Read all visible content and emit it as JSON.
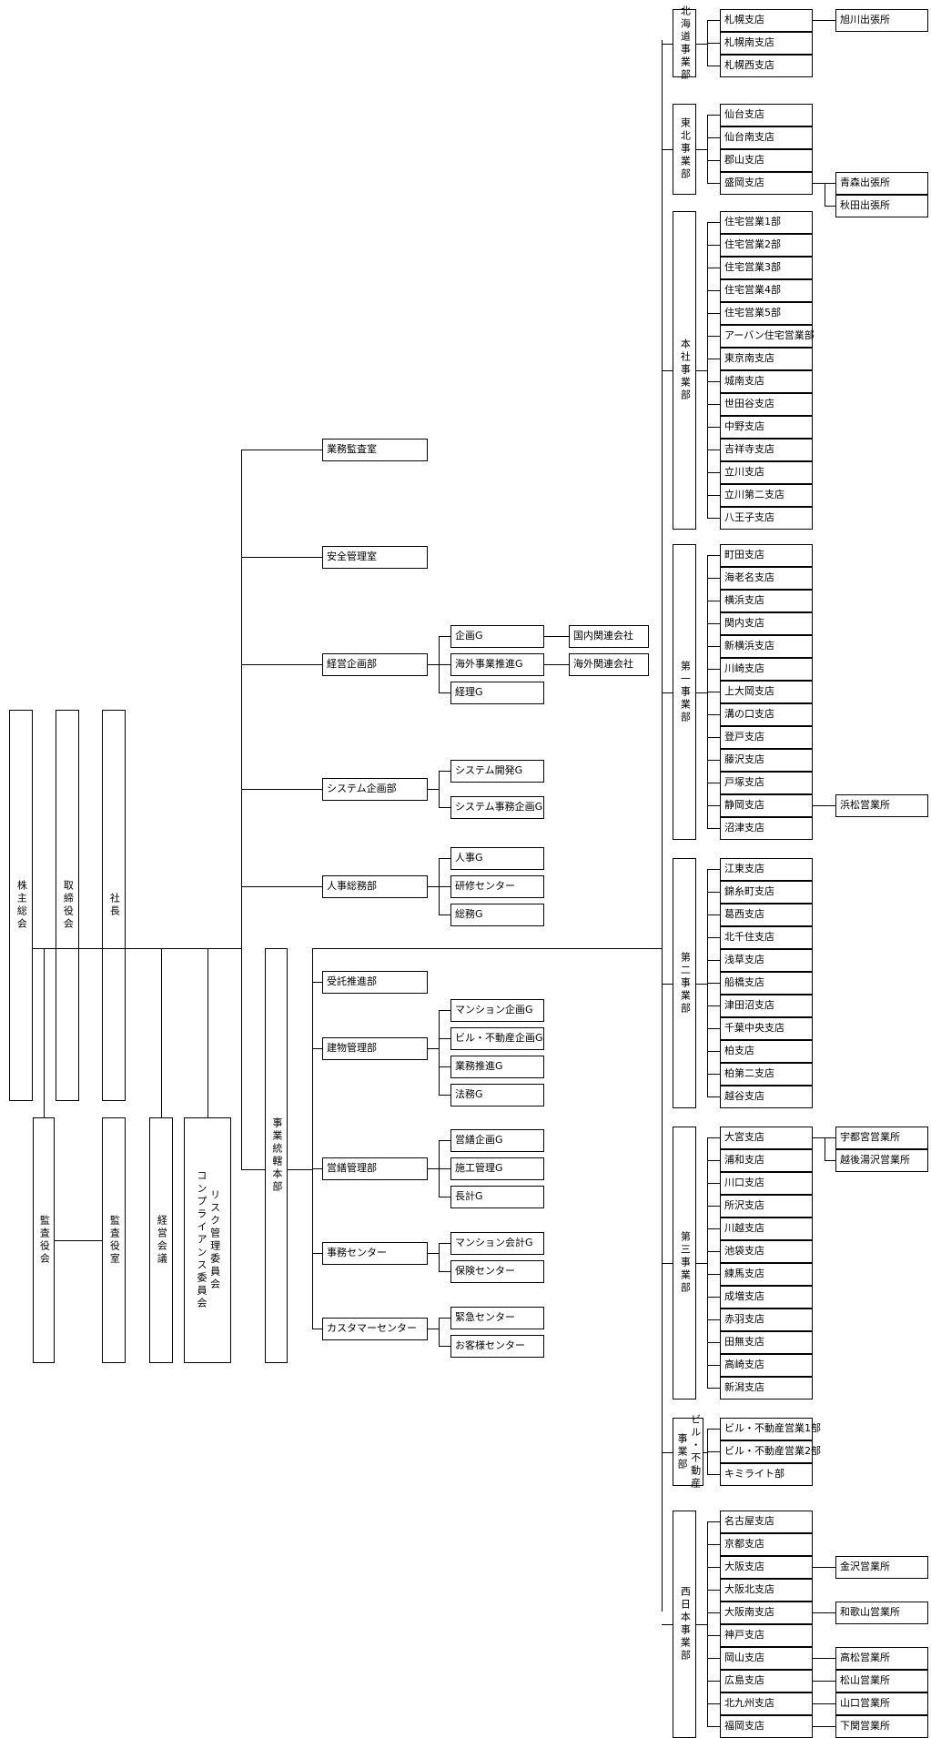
{
  "top": {
    "shareholders": "株主総会",
    "board": "取締役会",
    "president": "社長",
    "auditors": "監査役会",
    "audit_office": "監査役室",
    "mgmt_meeting": "経営会議",
    "risk_committee": "リスク管理委員会",
    "compliance_committee": "コンプライアンス委員会"
  },
  "hq_direct": {
    "biz_audit": "業務監査室",
    "safety": "安全管理室",
    "planning": "経営企画部",
    "planning_children": [
      "企画G",
      "海外事業推進G",
      "経理G"
    ],
    "domestic_affiliates": "国内関連会社",
    "overseas_affiliates": "海外関連会社",
    "system": "システム企画部",
    "system_children": [
      "システム開発G",
      "システム事務企画G"
    ],
    "hr": "人事総務部",
    "hr_children": [
      "人事G",
      "研修センター",
      "総務G"
    ]
  },
  "business_hq": {
    "title": "事業統轄本部",
    "consignment": "受託推進部",
    "building": "建物管理部",
    "building_children": [
      "マンション企画G",
      "ビル・不動産企画G",
      "業務推進G",
      "法務G"
    ],
    "repair": "営繕管理部",
    "repair_children": [
      "営繕企画G",
      "施工管理G",
      "長計G"
    ],
    "office_center": "事務センター",
    "office_children": [
      "マンション会計G",
      "保険センター"
    ],
    "customer_center": "カスタマーセンター",
    "customer_children": [
      "緊急センター",
      "お客様センター"
    ]
  },
  "divisions": {
    "hokkaido": {
      "name": "北海道事業部",
      "branches": [
        "札幌支店",
        "札幌南支店",
        "札幌西支店"
      ],
      "subs": {
        "札幌支店": [
          "旭川出張所"
        ]
      }
    },
    "tohoku": {
      "name": "東北事業部",
      "branches": [
        "仙台支店",
        "仙台南支店",
        "郡山支店",
        "盛岡支店"
      ],
      "subs": {
        "盛岡支店": [
          "青森出張所",
          "秋田出張所"
        ]
      }
    },
    "honsha": {
      "name": "本社事業部",
      "branches": [
        "住宅営業1部",
        "住宅営業2部",
        "住宅営業3部",
        "住宅営業4部",
        "住宅営業5部",
        "アーバン住宅営業部",
        "東京南支店",
        "城南支店",
        "世田谷支店",
        "中野支店",
        "吉祥寺支店",
        "立川支店",
        "立川第二支店",
        "八王子支店"
      ],
      "subs": {}
    },
    "first": {
      "name": "第一事業部",
      "branches": [
        "町田支店",
        "海老名支店",
        "横浜支店",
        "関内支店",
        "新横浜支店",
        "川崎支店",
        "上大岡支店",
        "溝の口支店",
        "登戸支店",
        "藤沢支店",
        "戸塚支店",
        "静岡支店",
        "沼津支店"
      ],
      "subs": {
        "静岡支店": [
          "浜松営業所"
        ]
      }
    },
    "second": {
      "name": "第二事業部",
      "branches": [
        "江東支店",
        "錦糸町支店",
        "葛西支店",
        "北千住支店",
        "浅草支店",
        "船橋支店",
        "津田沼支店",
        "千葉中央支店",
        "柏支店",
        "柏第二支店",
        "越谷支店"
      ],
      "subs": {}
    },
    "third": {
      "name": "第三事業部",
      "branches": [
        "大宮支店",
        "浦和支店",
        "川口支店",
        "所沢支店",
        "川越支店",
        "池袋支店",
        "練馬支店",
        "成増支店",
        "赤羽支店",
        "田無支店",
        "高崎支店",
        "新潟支店"
      ],
      "subs": {
        "大宮支店": [
          "宇都宮営業所",
          "越後湯沢営業所"
        ]
      }
    },
    "building_re": {
      "name_a": "ビル・不動産",
      "name_b": "事業部",
      "branches": [
        "ビル・不動産営業1部",
        "ビル・不動産営業2部",
        "キミライト部"
      ],
      "subs": {}
    },
    "west": {
      "name": "西日本事業部",
      "branches": [
        "名古屋支店",
        "京都支店",
        "大阪支店",
        "大阪北支店",
        "大阪南支店",
        "神戸支店",
        "岡山支店",
        "広島支店",
        "北九州支店",
        "福岡支店"
      ],
      "subs": {
        "大阪支店": [
          "金沢営業所"
        ],
        "大阪南支店": [
          "和歌山営業所"
        ],
        "岡山支店": [
          "高松営業所"
        ],
        "広島支店": [
          "松山営業所"
        ],
        "北九州支店": [
          "山口営業所"
        ],
        "福岡支店": [
          "下関営業所"
        ]
      }
    }
  }
}
